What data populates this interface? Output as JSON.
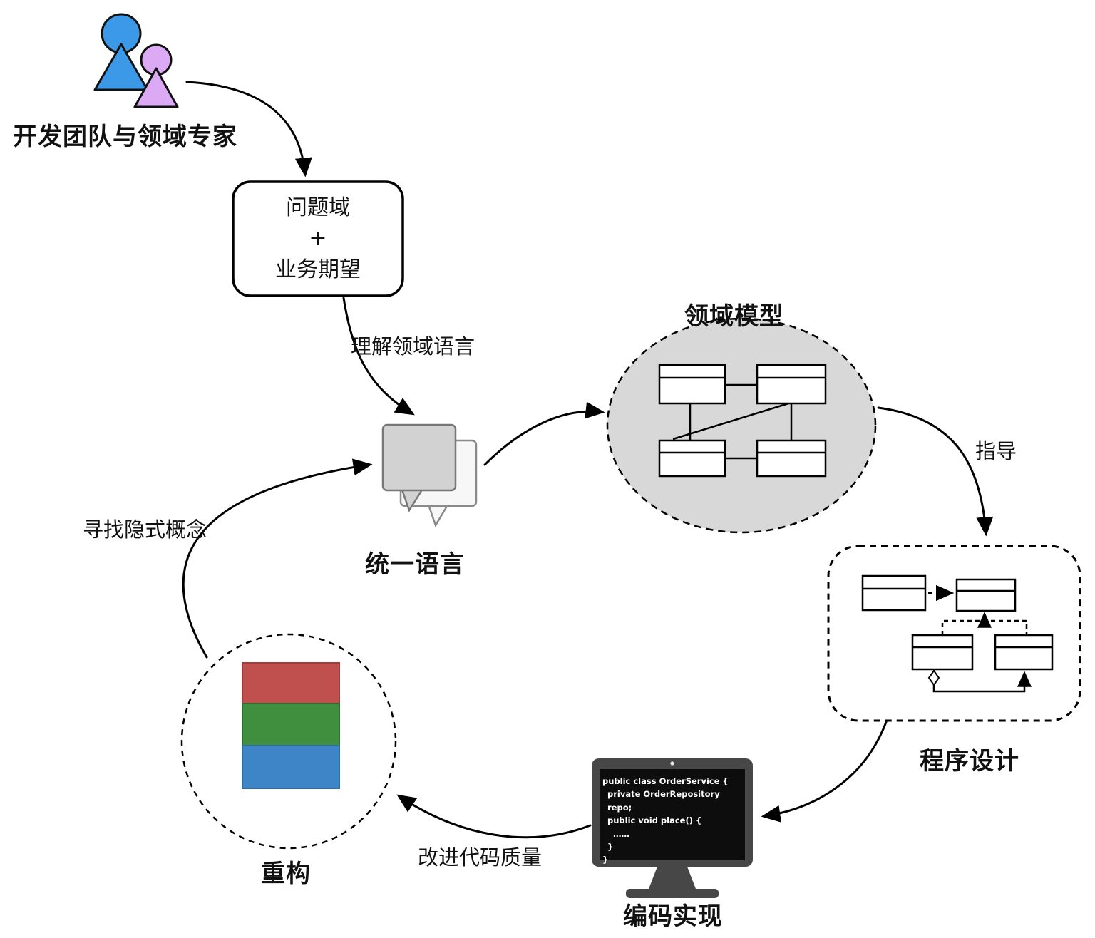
{
  "diagram": {
    "actors_label": "开发团队与领域专家",
    "problem_box": {
      "line1": "问题域",
      "line2": "+",
      "line3": "业务期望"
    },
    "edge_understand": "理解领域语言",
    "ubiquitous_label": "统一语言",
    "domain_model_label": "领域模型",
    "edge_guide": "指导",
    "program_design_label": "程序设计",
    "coding_label": "编码实现",
    "edge_improve": "改进代码质量",
    "refactor_label": "重构",
    "edge_implicit": "寻找隐式概念"
  },
  "code_screen": {
    "line1": "public class OrderService {",
    "line2": "private OrderRepository repo;",
    "line3": "public void place() {",
    "line4": "……",
    "line5": "}",
    "line6": "}"
  },
  "colors": {
    "person_primary": "#3b99e8",
    "person_secondary": "#dcaaf5",
    "model_ellipse_fill": "#d8d8d8",
    "bubble_front_fill": "#d2d2d2",
    "bubble_back_fill": "#f7f7f7",
    "refactor_red": "#c0504d",
    "refactor_green": "#3f8f3f",
    "refactor_blue": "#3d85c6",
    "monitor_frame": "#474747",
    "screen_bg": "#0d0d0d"
  }
}
